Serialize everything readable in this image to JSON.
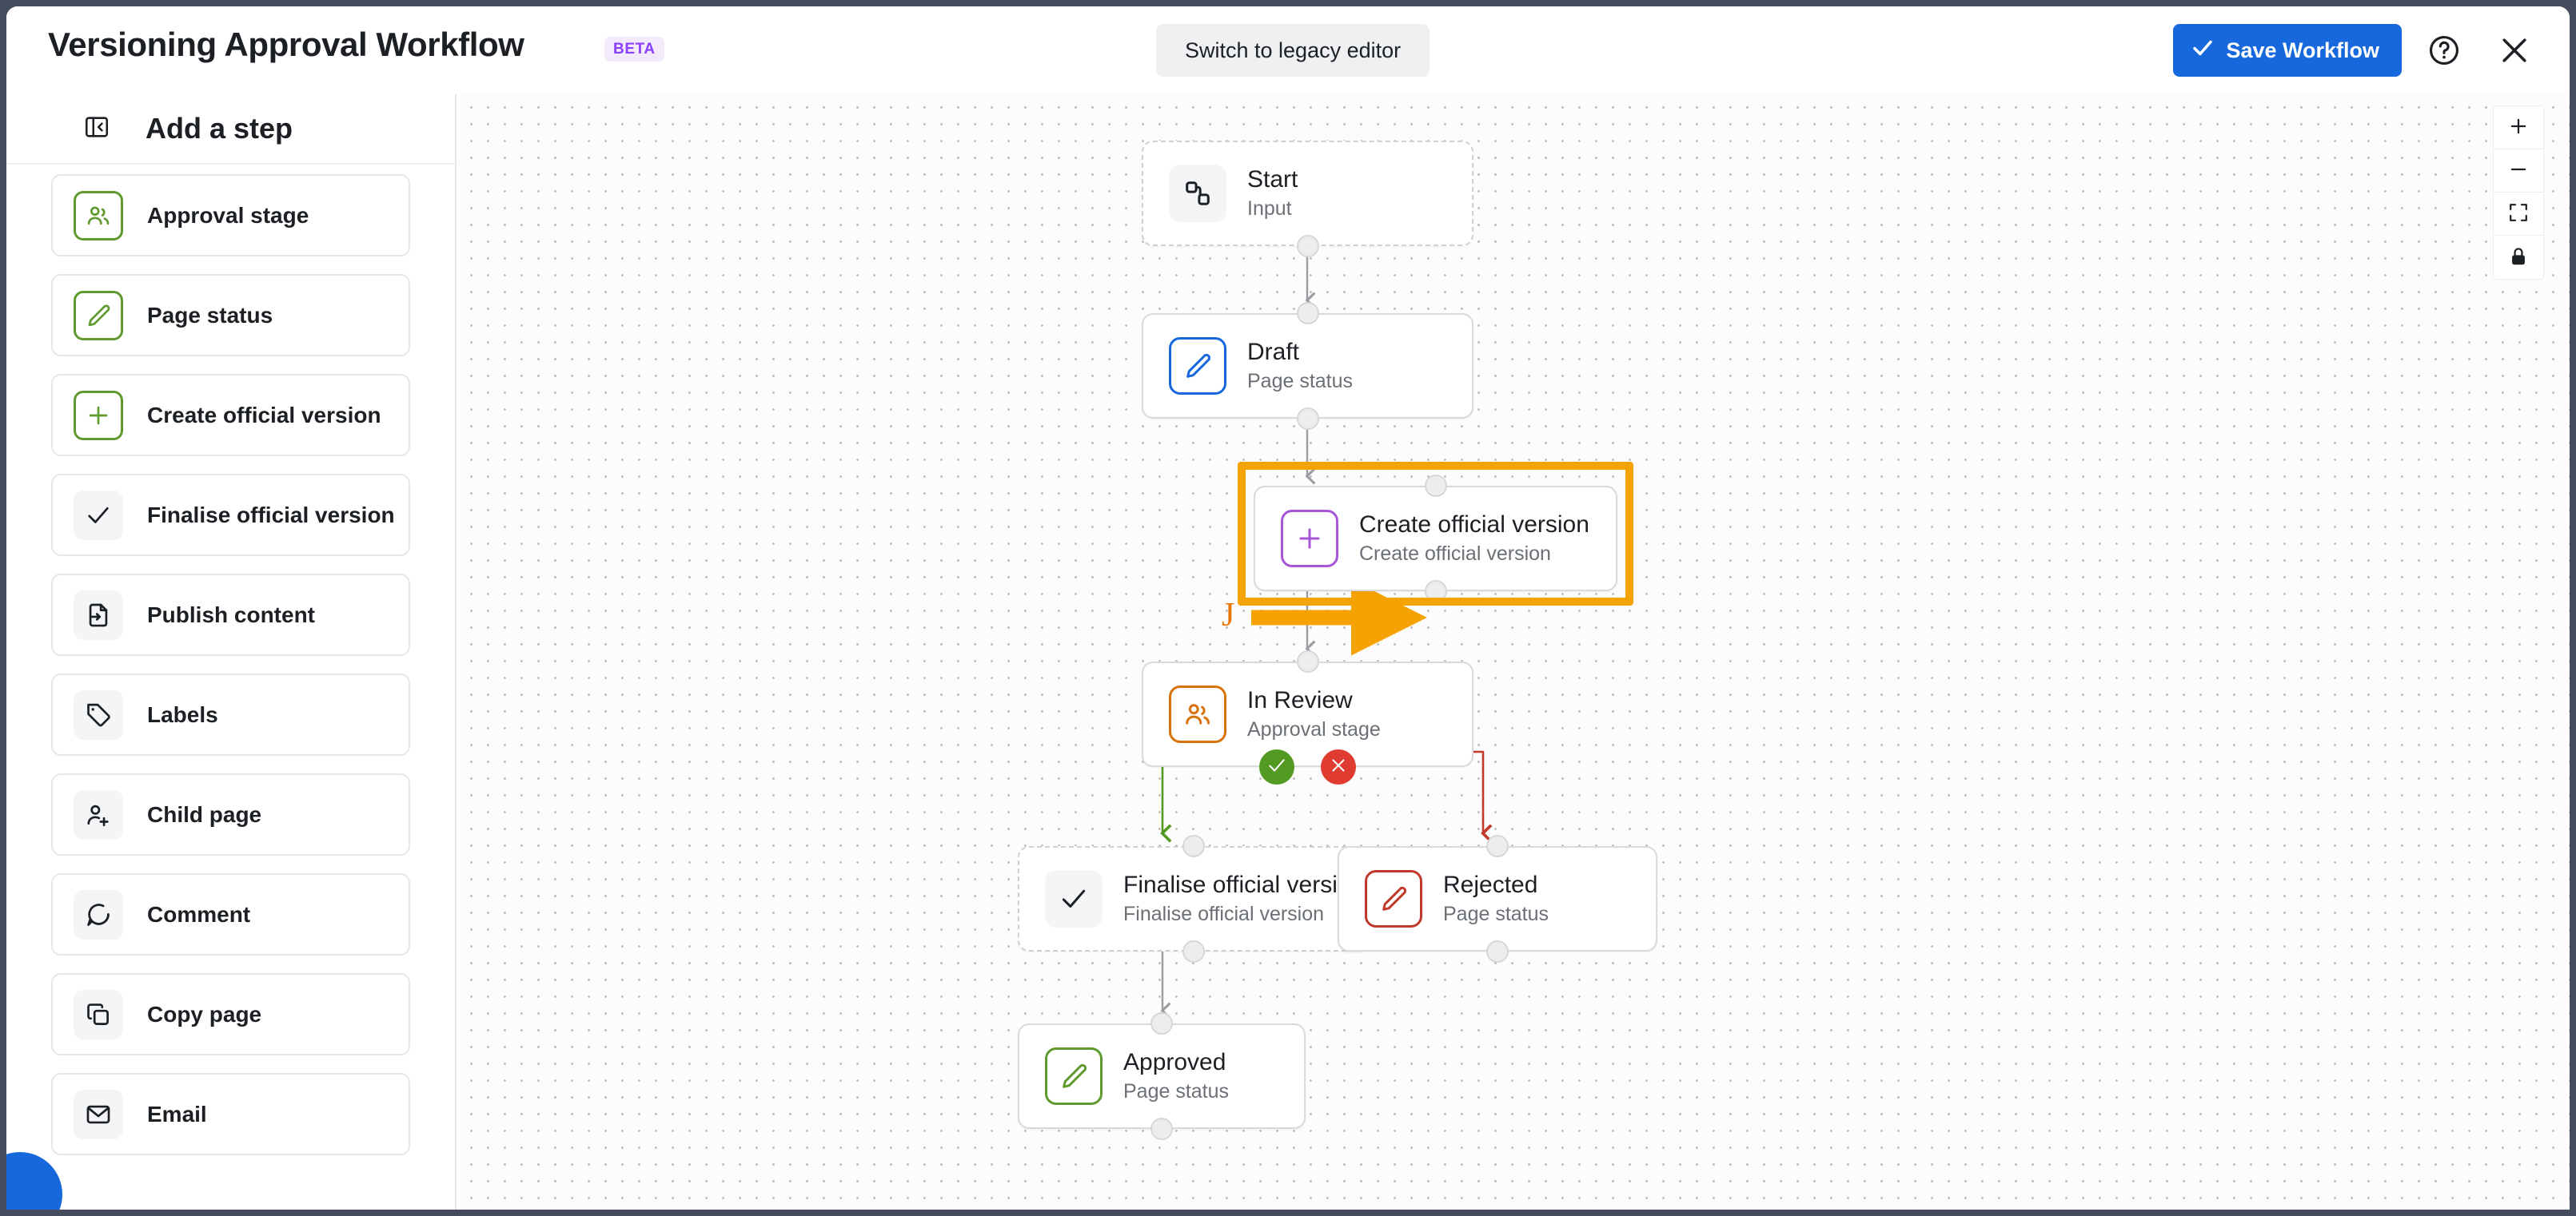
{
  "header": {
    "title": "Versioning Approval Workflow",
    "beta_badge": "BETA",
    "switch_legacy_label": "Switch to legacy editor",
    "save_label": "Save Workflow",
    "help_icon": "question-circle-icon",
    "close_icon": "close-icon",
    "accent_color": "#1668dc"
  },
  "sidebar": {
    "title": "Add a step",
    "collapse_icon": "collapse-panel-icon",
    "items": [
      {
        "label": "Approval stage",
        "icon": "people-icon",
        "style": "outlined"
      },
      {
        "label": "Page status",
        "icon": "pencil-icon",
        "style": "outlined"
      },
      {
        "label": "Create official version",
        "icon": "plus-icon",
        "style": "outlined"
      },
      {
        "label": "Finalise official version",
        "icon": "check-icon",
        "style": "filled"
      },
      {
        "label": "Publish content",
        "icon": "publish-file-icon",
        "style": "filled"
      },
      {
        "label": "Labels",
        "icon": "tag-icon",
        "style": "filled"
      },
      {
        "label": "Child page",
        "icon": "person-add-icon",
        "style": "filled"
      },
      {
        "label": "Comment",
        "icon": "comment-icon",
        "style": "filled"
      },
      {
        "label": "Copy page",
        "icon": "copy-icon",
        "style": "filled"
      },
      {
        "label": "Email",
        "icon": "envelope-icon",
        "style": "filled"
      }
    ]
  },
  "canvas": {
    "controls": [
      {
        "name": "zoom-in-control",
        "icon": "plus-icon"
      },
      {
        "name": "zoom-out-control",
        "icon": "minus-icon"
      },
      {
        "name": "fit-view-control",
        "icon": "fit-screen-icon"
      },
      {
        "name": "lock-control",
        "icon": "lock-icon"
      }
    ],
    "annotation": {
      "letter": "J",
      "color": "#f5a302"
    },
    "nodes": [
      {
        "id": "start",
        "title": "Start",
        "subtitle": "Input",
        "icon": "workflow-start-icon",
        "icon_style": "filled",
        "icon_color": "#1c2024",
        "border": "dashed"
      },
      {
        "id": "draft",
        "title": "Draft",
        "subtitle": "Page status",
        "icon": "pencil-icon",
        "icon_style": "bordered",
        "icon_color": "#1668dc",
        "border": "solid"
      },
      {
        "id": "create",
        "title": "Create official version",
        "subtitle": "Create official version",
        "icon": "plus-icon",
        "icon_style": "bordered",
        "icon_color": "#a855d8",
        "border": "solid"
      },
      {
        "id": "review",
        "title": "In Review",
        "subtitle": "Approval stage",
        "icon": "people-icon",
        "icon_style": "bordered",
        "icon_color": "#d8730b",
        "border": "solid"
      },
      {
        "id": "finalise",
        "title": "Finalise official version",
        "subtitle": "Finalise official version",
        "icon": "check-icon",
        "icon_style": "filled",
        "icon_color": "#1c2024",
        "border": "dashed"
      },
      {
        "id": "rejected",
        "title": "Rejected",
        "subtitle": "Page status",
        "icon": "pencil-icon",
        "icon_style": "bordered",
        "icon_color": "#c0392b",
        "border": "solid"
      },
      {
        "id": "approved",
        "title": "Approved",
        "subtitle": "Page status",
        "icon": "pencil-icon",
        "icon_style": "bordered",
        "icon_color": "#5f9a2e",
        "border": "solid"
      }
    ],
    "branches": [
      {
        "name": "approve-branch",
        "icon": "check-icon",
        "color": "#539a23"
      },
      {
        "name": "reject-branch",
        "icon": "x-icon",
        "color": "#e03b31"
      }
    ]
  }
}
